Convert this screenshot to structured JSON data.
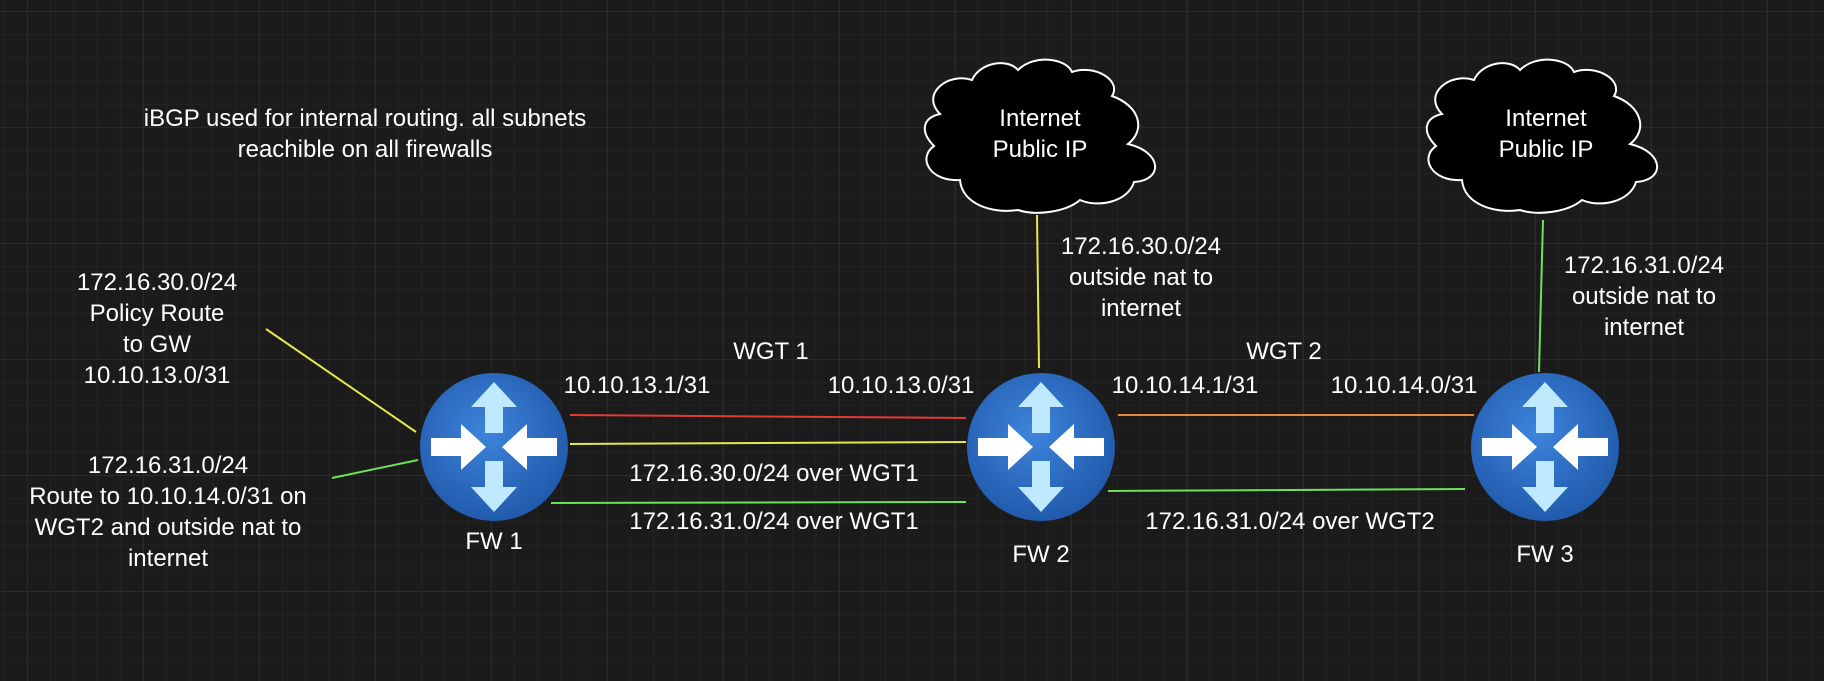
{
  "colors": {
    "background": "#1b1b1b",
    "grid": "#2a2a2a",
    "router": "#2f6fc6",
    "router_arrow_light": "#bfe9ff",
    "link_red": "#e53935",
    "link_yellow": "#e5e84a",
    "link_green": "#6fe05a",
    "link_orange": "#e8833a",
    "cloud_stroke": "#ffffff",
    "cloud_fill": "#000000",
    "text": "#ffffff"
  },
  "notes": {
    "ibgp": "iBGP used for internal routing. all subnets\nreachible on all firewalls",
    "fw1_policy_route": "172.16.30.0/24\nPolicy Route\nto GW\n10.10.13.0/31",
    "fw1_route": "172.16.31.0/24\nRoute to 10.10.14.0/31 on\nWGT2 and outside nat to\ninternet",
    "fw2_nat": "172.16.30.0/24\noutside nat to\ninternet",
    "fw3_nat": "172.16.31.0/24\noutside nat to\ninternet"
  },
  "clouds": [
    {
      "label": "Internet\nPublic IP"
    },
    {
      "label": "Internet\nPublic IP"
    }
  ],
  "routers": [
    {
      "label": "FW 1",
      "icon": "router-icon"
    },
    {
      "label": "FW 2",
      "icon": "router-icon"
    },
    {
      "label": "FW 3",
      "icon": "router-icon"
    }
  ],
  "tunnels": {
    "wgt1": "WGT 1",
    "wgt2": "WGT 2"
  },
  "addresses": {
    "fw1_wgt1": "10.10.13.1/31",
    "fw2_wgt1": "10.10.13.0/31",
    "fw2_wgt2": "10.10.14.1/31",
    "fw3_wgt2": "10.10.14.0/31"
  },
  "links": {
    "net30_wgt1": "172.16.30.0/24 over WGT1",
    "net31_wgt1": "172.16.31.0/24 over WGT1",
    "net31_wgt2": "172.16.31.0/24 over WGT2"
  }
}
